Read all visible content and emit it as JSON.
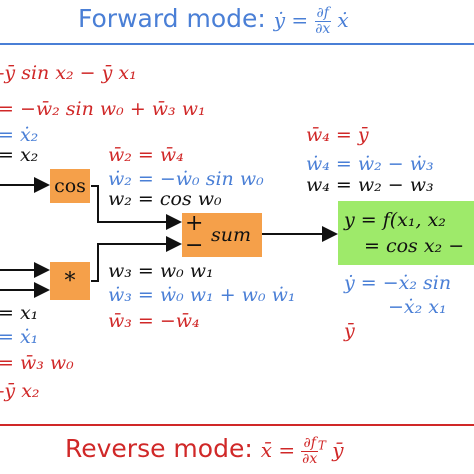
{
  "forward_title": {
    "text": "Forward mode:",
    "formula": "ẏ = ∂f/∂x ẋ"
  },
  "reverse_title": {
    "text": "Reverse mode:",
    "formula": "x̄ = ∂fᵀ/∂x ȳ"
  },
  "colors": {
    "forward": "#4a7fd6",
    "reverse": "#d02828",
    "node_op": "#f5a04a",
    "node_out": "#9eea6a",
    "rule": "#4a7fd6",
    "rule_bottom": "#d02828"
  },
  "left_column": {
    "line1": "-ȳ sin x₂ − ȳ x₁",
    "line2": "= −w̄₂ sin w₀ + w̄₃ w₁",
    "line3": "= ẋ₂",
    "line4": "= x₂",
    "line5": "= x₁",
    "line6": "= ẋ₁",
    "line7": "= w̄₃ w₀",
    "line8": "-ȳ x₂"
  },
  "cos_node": {
    "label": "cos",
    "adjoint": "w̄₂ = w̄₄",
    "tangent": "ẇ₂ = −ẇ₀ sin w₀",
    "primal": "w₂ = cos w₀"
  },
  "mul_node": {
    "label": "*",
    "primal": "w₃ = w₀ w₁",
    "tangent": "ẇ₃ = ẇ₀ w₁ + w₀ ẇ₁",
    "adjoint": "w̄₃ = −w̄₄"
  },
  "sum_node": {
    "label": "sum",
    "plus": "+",
    "minus": "−"
  },
  "w4_block": {
    "adjoint": "w̄₄ = ȳ",
    "tangent": "ẇ₄ = ẇ₂ − ẇ₃",
    "primal": "w₄ = w₂ − w₃"
  },
  "output_node": {
    "line1": "y = f(x₁, x₂",
    "line2": "= cos x₂ −"
  },
  "output_notes": {
    "tangent1": "ẏ = −ẋ₂ sin",
    "tangent2": "−ẋ₂ x₁",
    "adjoint": "ȳ"
  }
}
